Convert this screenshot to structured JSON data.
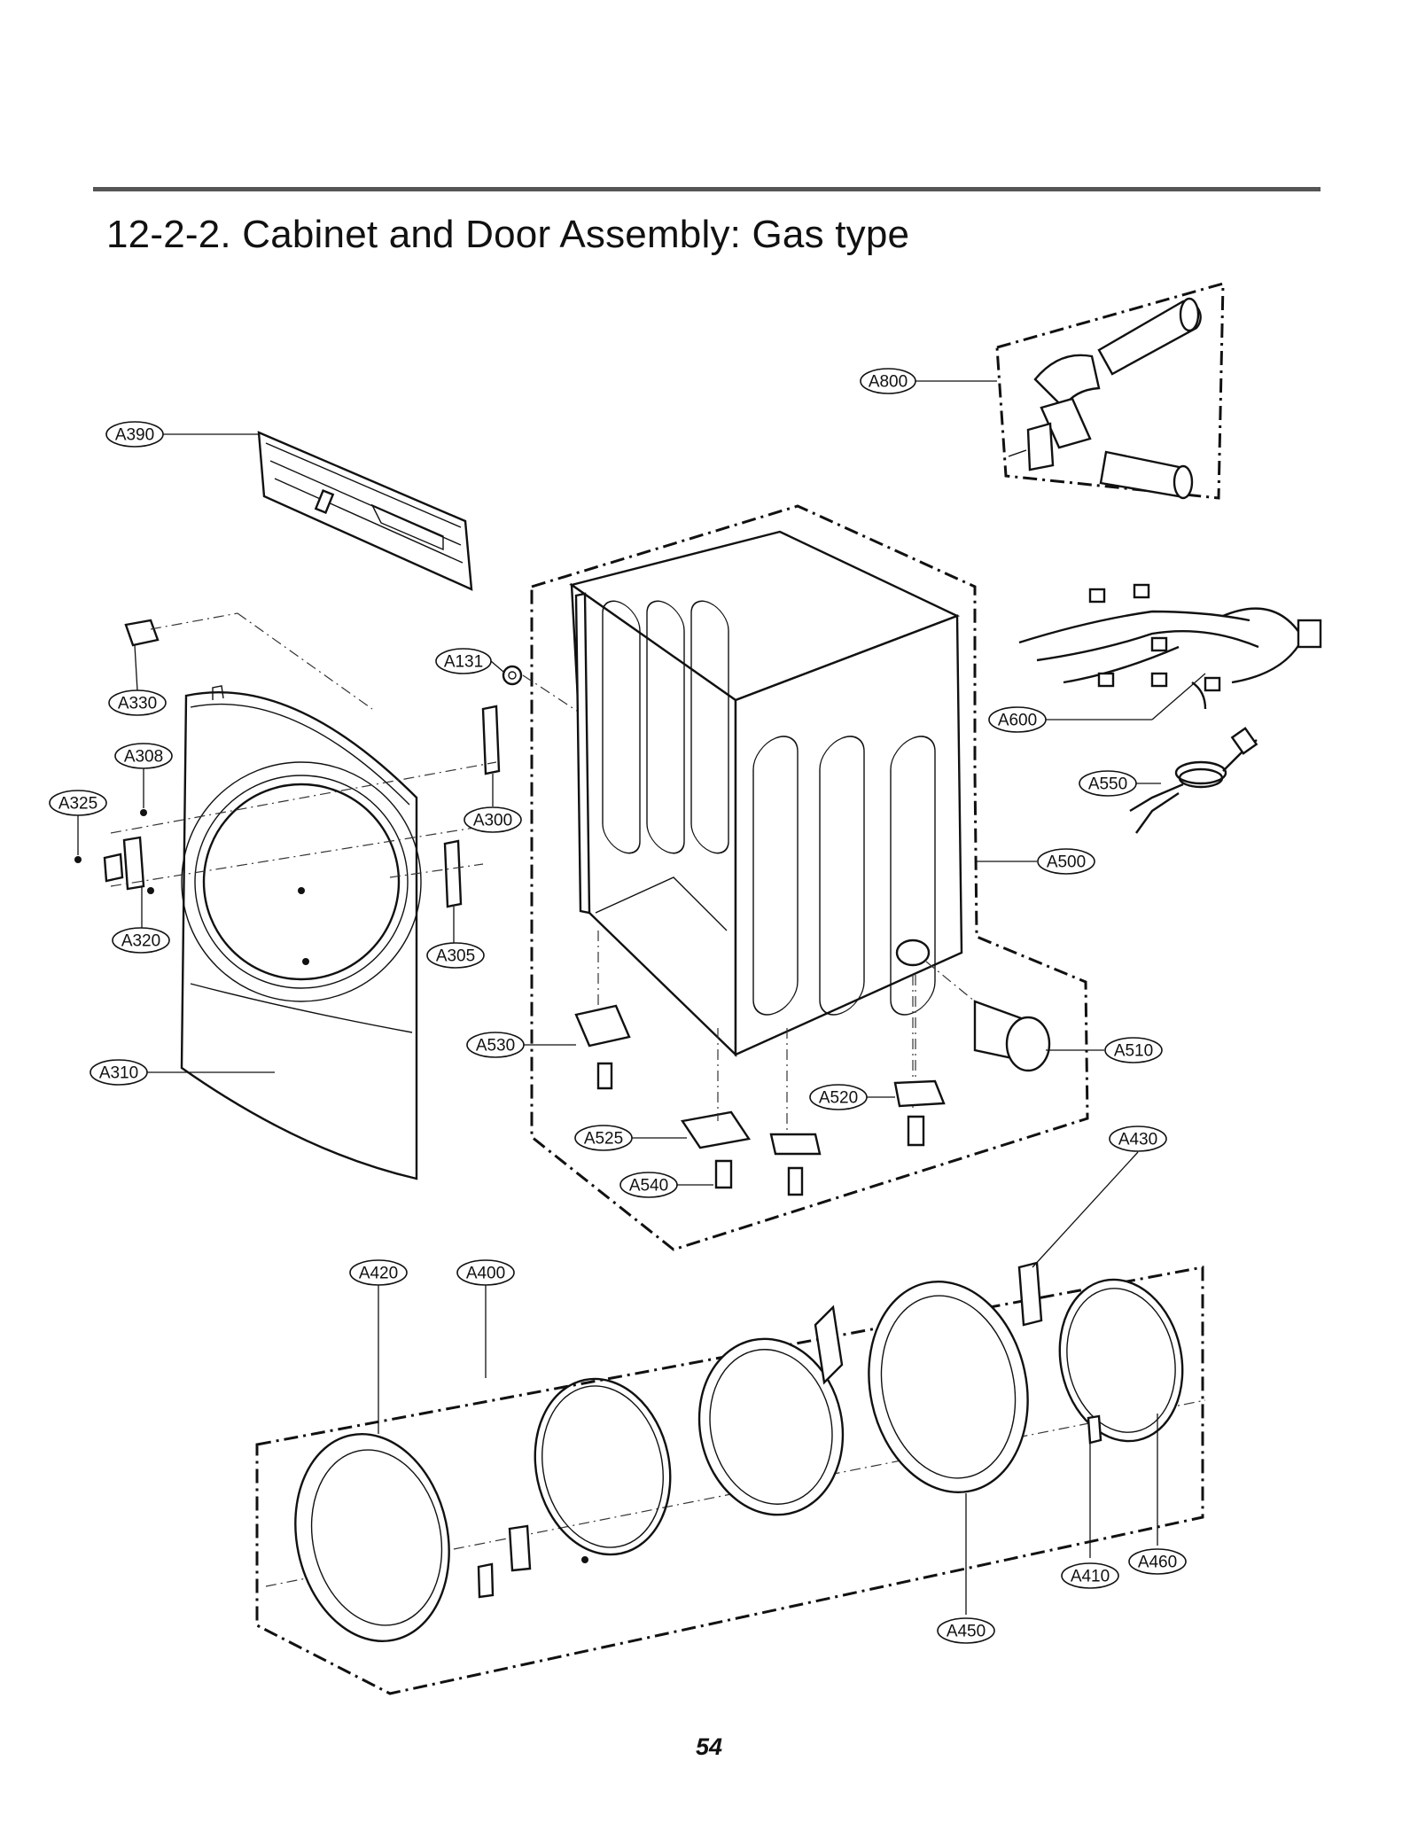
{
  "title": "12-2-2. Cabinet and Door Assembly: Gas type",
  "page_number": "54",
  "callouts": [
    {
      "id": "A800",
      "label": "A800"
    },
    {
      "id": "A390",
      "label": "A390"
    },
    {
      "id": "A330",
      "label": "A330"
    },
    {
      "id": "A131",
      "label": "A131"
    },
    {
      "id": "A308",
      "label": "A308"
    },
    {
      "id": "A325",
      "label": "A325"
    },
    {
      "id": "A300",
      "label": "A300"
    },
    {
      "id": "A600",
      "label": "A600"
    },
    {
      "id": "A550",
      "label": "A550"
    },
    {
      "id": "A500",
      "label": "A500"
    },
    {
      "id": "A320",
      "label": "A320"
    },
    {
      "id": "A305",
      "label": "A305"
    },
    {
      "id": "A530",
      "label": "A530"
    },
    {
      "id": "A510",
      "label": "A510"
    },
    {
      "id": "A310",
      "label": "A310"
    },
    {
      "id": "A520",
      "label": "A520"
    },
    {
      "id": "A525",
      "label": "A525"
    },
    {
      "id": "A430",
      "label": "A430"
    },
    {
      "id": "A540",
      "label": "A540"
    },
    {
      "id": "A420",
      "label": "A420"
    },
    {
      "id": "A400",
      "label": "A400"
    },
    {
      "id": "A460",
      "label": "A460"
    },
    {
      "id": "A410",
      "label": "A410"
    },
    {
      "id": "A450",
      "label": "A450"
    }
  ]
}
